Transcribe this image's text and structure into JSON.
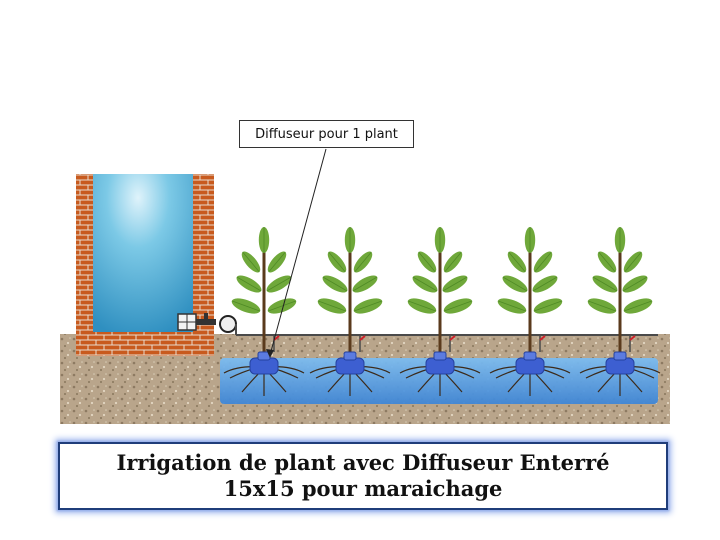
{
  "diagram": {
    "callout_label": "Diffuseur pour 1 plant",
    "caption_line1": "Irrigation de plant avec Diffuseur Enterré",
    "caption_line2": "15x15 pour maraichage"
  },
  "colors": {
    "soil": "#b9a58b",
    "water": "#4f9ce0",
    "brick": "#c85a1e",
    "tank_water": "#3fa9d4",
    "leaf": "#6fa83a",
    "stem": "#5a3a1c",
    "diffuser": "#3d5fd1",
    "caption_border": "#1f3d7a"
  }
}
